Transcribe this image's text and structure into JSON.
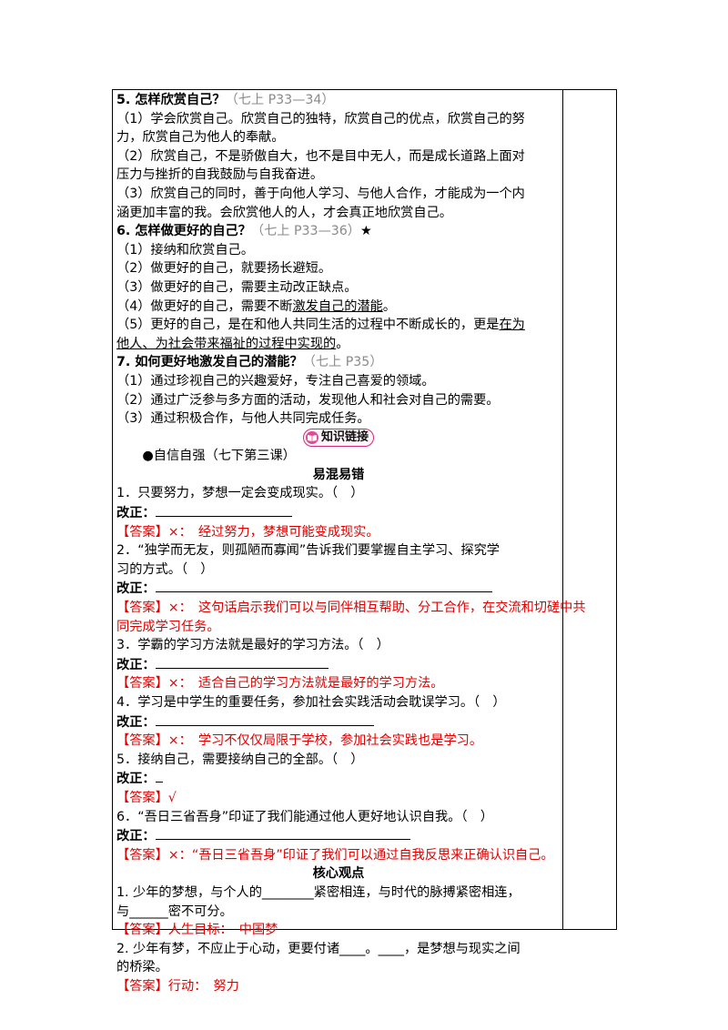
{
  "lines": [
    {
      "text": "5. 怎样欣赏自己？",
      "note": "（七上 P33—34）",
      "style": "b"
    },
    {
      "text": "（1）学会欣赏自己。欣赏自己的独特，欣赏自己的优点，欣赏自己的努"
    },
    {
      "text": "力，欣赏自己为他人的奉献。"
    },
    {
      "text": "（2）欣赏自己，不是骄傲自大，也不是目中无人，而是成长道路上面对"
    },
    {
      "text": "压力与挫折的自我鼓励与自我奋进。"
    },
    {
      "text": "（3）欣赏自己的同时，善于向他人学习、与他人合作，才能成为一个内"
    },
    {
      "text": "涵更加丰富的我。会欣赏他人的人，才会真正地欣赏自己。"
    },
    {
      "text": "6. 怎样做更好的自己？",
      "note": "（七上 P33—36）",
      "tail": "★",
      "style": "b"
    },
    {
      "text": "（1）接纳和欣赏自己。"
    },
    {
      "text": "（2）做更好的自己，就要扬长避短。"
    },
    {
      "text": "（3）做更好的自己，需要主动改正缺点。"
    },
    {
      "text": "（4）做更好的自己，需要不断",
      "under": "激发自己的潜能",
      "after": "。"
    },
    {
      "text": "（5）更好的自己，是在和他人共同生活的过程中不断成长的，更是",
      "under": "在为"
    },
    {
      "text": "",
      "under": "他人、为社会带来福祉的过程中实现的",
      "after": "。"
    },
    {
      "text": "7. 如何更好地激发自己的潜能？",
      "note": "（七上 P35）",
      "style": "b"
    },
    {
      "text": "（1）通过珍视自己的兴趣爱好，专注自己喜爱的领域。"
    },
    {
      "text": "（2）通过广泛参与多方面的活动，发现他人和社会对自己的需要。"
    },
    {
      "text": "（3）通过积极合作，与他人共同完成任务。"
    },
    {
      "badge": "知识链接"
    },
    {
      "text": "　　●自信自强（七下第三课）"
    },
    {
      "text": "易混易错",
      "style": "b center"
    },
    {
      "text": "1．只要努力，梦想一定会变成现实。（　）"
    },
    {
      "label": "改正：",
      "blank": 150
    },
    {
      "tag": "【答案】",
      "text": "×：　经过努力，梦想可能变成现实。",
      "style": "red"
    },
    {
      "text": "2．“独学而无友，则孤陋而寡闻”告诉我们要掌握自主学习、探究学"
    },
    {
      "text": "习的方式。（　）"
    },
    {
      "label": "改正：",
      "blank": 370
    },
    {
      "tag": "【答案】",
      "text": "×：　这句话启示我们可以与同伴相互帮助、分工合作，在交流和切磋中共",
      "style": "red"
    },
    {
      "text": "同完成学习任务。",
      "style": "red"
    },
    {
      "text": "3．学霸的学习方法就是最好的学习方法。（　）"
    },
    {
      "label": "改正：",
      "blank": 190
    },
    {
      "tag": "【答案】",
      "text": "×：　适合自己的学习方法就是最好的学习方法。",
      "style": "red"
    },
    {
      "text": "4．学习是中学生的重要任务，参加社会实践活动会耽误学习。（　）"
    },
    {
      "label": "改正：",
      "blank": 240
    },
    {
      "tag": "【答案】",
      "text": "×：　学习不仅仅局限于学校，参加社会实践也是学习。",
      "style": "red"
    },
    {
      "text": "5．接纳自己，需要接纳自己的全部。（　）"
    },
    {
      "label": "改正：",
      "blank": 8
    },
    {
      "tag": "【答案】",
      "text": "√",
      "style": "red"
    },
    {
      "text": "6．“吾日三省吾身”印证了我们能通过他人更好地认识自我。（　）"
    },
    {
      "label": "改正：",
      "blank": 280
    },
    {
      "tag": "【答案】",
      "text": "×：“吾日三省吾身”印证了我们可以通过自我反思来正确认识自己。",
      "style": "red"
    },
    {
      "text": "核心观点",
      "style": "b center"
    },
    {
      "text": "1. 少年的梦想，与个人的________紧密相连，与时代的脉搏紧密相连，"
    },
    {
      "text": "与______密不可分。"
    },
    {
      "tag": "【答案】",
      "text": "人生目标：　中国梦",
      "style": "red"
    },
    {
      "text": "2. 少年有梦，不应止于心动，更要付诸____。____，是梦想与现实之间"
    },
    {
      "text": "的桥梁。"
    },
    {
      "tag": "【答案】",
      "text": "行动：　努力",
      "style": "red"
    }
  ]
}
